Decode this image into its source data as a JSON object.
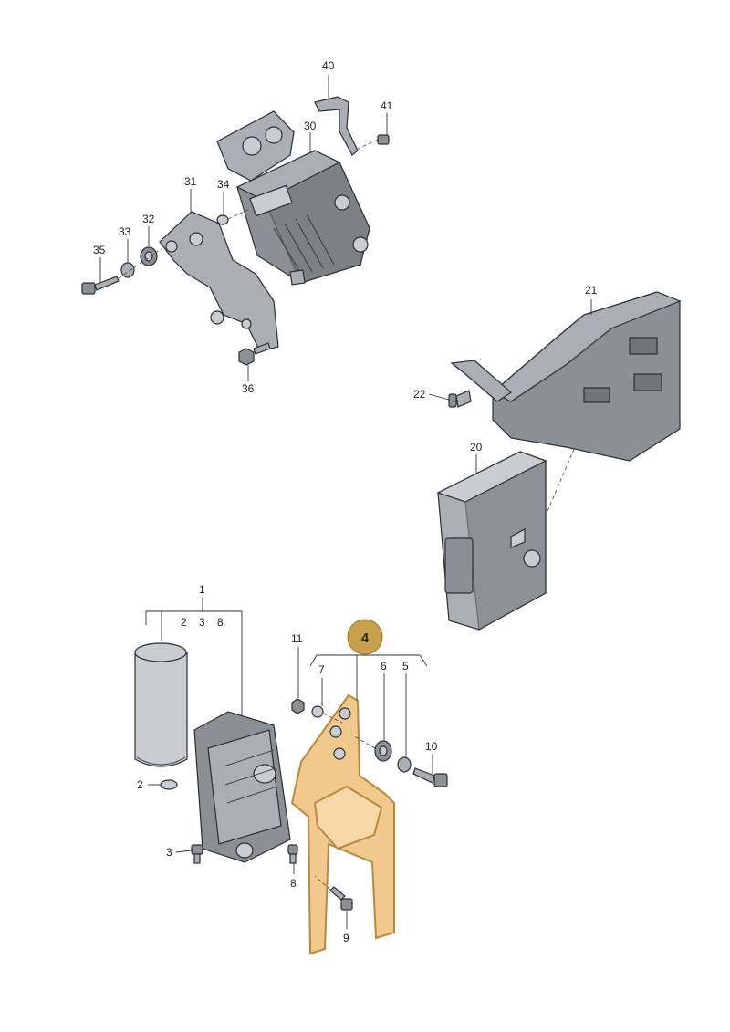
{
  "highlight": {
    "number": "4",
    "color": "#c6a04a"
  },
  "callouts": {
    "c40": "40",
    "c41": "41",
    "c30": "30",
    "c31": "31",
    "c34": "34",
    "c33": "33",
    "c32": "32",
    "c35": "35",
    "c36": "36",
    "c21": "21",
    "c22": "22",
    "c20": "20",
    "c1": "1",
    "c2a": "2",
    "c3a": "3",
    "c8a": "8",
    "c11": "11",
    "c7": "7",
    "c6": "6",
    "c5": "5",
    "c10": "10",
    "c2b": "2",
    "c3b": "3",
    "c8b": "8",
    "c9": "9"
  },
  "colors": {
    "part_gray": "#a9afb4",
    "highlight_part": "#f2c98c"
  }
}
